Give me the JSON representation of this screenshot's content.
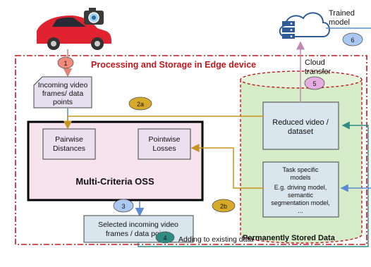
{
  "edge_title": "Processing and Storage in Edge device",
  "incoming_box": {
    "line1": "Incoming video",
    "line2": "frames/ data",
    "line3": "points"
  },
  "oss": {
    "title": "Multi-Criteria OSS",
    "pairwise": {
      "line1": "Pairwise",
      "line2": "Distances"
    },
    "pointwise": {
      "line1": "Pointwise",
      "line2": "Losses"
    }
  },
  "selected_box": {
    "line1": "Selected incoming video",
    "line2": "frames / data points"
  },
  "storage": {
    "title": "Permanently Stored Data",
    "reduced": {
      "line1": "Reduced video /",
      "line2": "dataset"
    },
    "task": {
      "line1": "Task specific",
      "line2": "models",
      "line3": "E.g. driving model,",
      "line4": "semantic",
      "line5": "segmentation model,",
      "line6": "..."
    }
  },
  "cloud": {
    "trained1": "Trained",
    "trained2": "model",
    "transfer1": "Cloud",
    "transfer2": "transfer"
  },
  "adding_label": "Adding to existing data",
  "steps": [
    {
      "label": "1",
      "color": "#f08a7a"
    },
    {
      "label": "2a",
      "color": "#d7a928"
    },
    {
      "label": "2b",
      "color": "#d7a928"
    },
    {
      "label": "3",
      "color": "#aac8f0"
    },
    {
      "label": "4",
      "color": "#2f8c82"
    },
    {
      "label": "5",
      "color": "#e6aee0"
    },
    {
      "label": "6",
      "color": "#aac8f0"
    }
  ],
  "icons": [
    "car-icon",
    "camera-icon",
    "server-icon",
    "cloud-icon"
  ]
}
